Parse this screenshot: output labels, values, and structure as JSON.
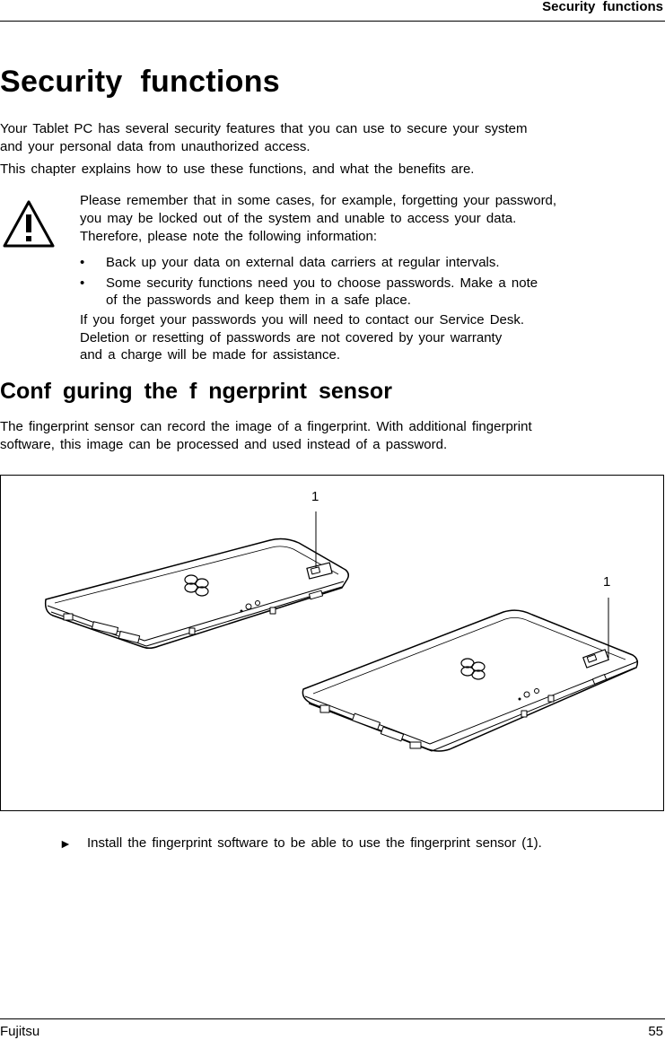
{
  "header": {
    "running_title": "Security  functions"
  },
  "main": {
    "title": "Security  functions",
    "intro_line1": "Your Tablet PC has several security features that you can use to secure your system",
    "intro_line2": "and  your  personal  data  from  unauthorized  access.",
    "intro_para2": "This chapter explains how to use these functions, and what the benefits are.",
    "warning": {
      "icon": "warning-triangle-icon",
      "line1": "Please remember that in some cases, for example, forgetting your password,",
      "line2": "you  may  be  locked  out  of  the  system  and  unable  to  access  your  data.",
      "line3": "Therefore,  please  note  the  following  information:",
      "bullet_marker": "•",
      "bullets": [
        {
          "line1": "Back up your data on external data carriers at regular intervals.",
          "line2": ""
        },
        {
          "line1": "Some  security  functions  need  you  to  choose  passwords.  Make  a  note",
          "line2": "of  the  passwords  and  keep  them  in  a  safe  place."
        }
      ],
      "closing_line1": "If  you  forget  your  passwords  you  will  need  to  contact  our  Service  Desk.",
      "closing_line2": "Deletion  or  resetting  of  passwords  are  not  covered  by  your  warranty",
      "closing_line3": "and  a  charge  will  be  made  for  assistance."
    },
    "section_title": "Conf guring  the  f ngerprint  sensor",
    "section_line1": "The fingerprint sensor can record the image of a fingerprint. With additional fingerprint",
    "section_line2": "software, this image can be processed and used instead of a password.",
    "figure": {
      "callout_1": "1",
      "callout_2": "1"
    },
    "step": {
      "marker": "►",
      "text": "Install the fingerprint software to be able to use the fingerprint sensor (1)."
    }
  },
  "footer": {
    "brand": "Fujitsu",
    "page_number": "55"
  }
}
